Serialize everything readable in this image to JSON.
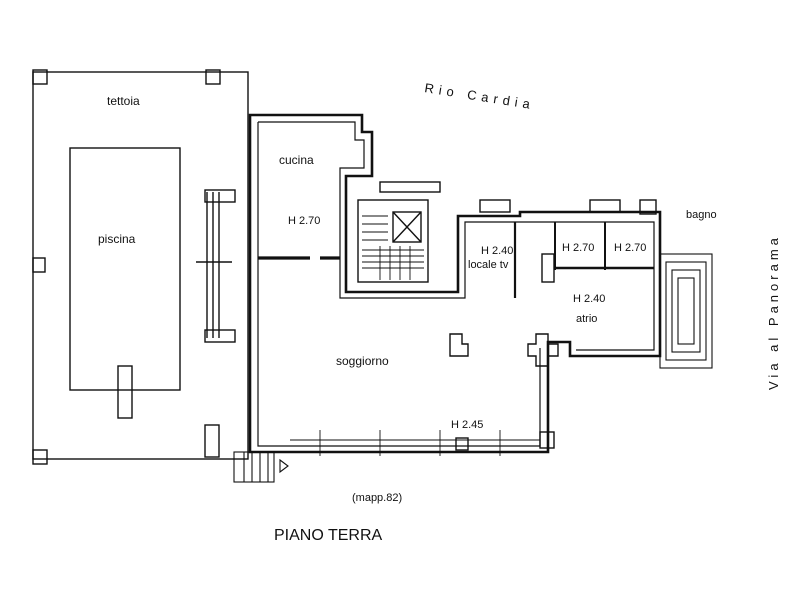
{
  "title": "PIANO TERRA",
  "reference": "(mapp.82)",
  "streets": {
    "north": "Rio Cardia",
    "east": "Via al Panorama"
  },
  "rooms": {
    "tettoia": "tettoia",
    "piscina": "piscina",
    "cucina": "cucina",
    "cucina_height": "H 2.70",
    "locale_tv_height": "H 2.40",
    "locale_tv": "locale tv",
    "bagno": "bagno",
    "height_270_a": "H 2.70",
    "height_270_b": "H 2.70",
    "atrio_height": "H 2.40",
    "atrio": "atrio",
    "soggiorno": "soggiorno",
    "soggiorno_height": "H 2.45"
  },
  "colors": {
    "line": "#111111",
    "background": "#ffffff"
  }
}
